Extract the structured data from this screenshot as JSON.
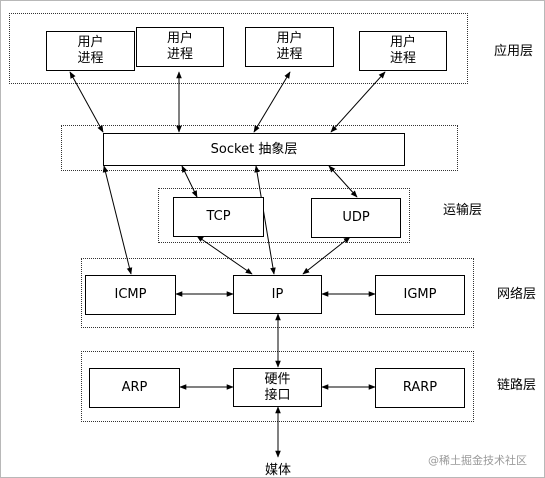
{
  "layers": {
    "application": "应用层",
    "transport": "运输层",
    "network": "网络层",
    "link": "链路层"
  },
  "nodes": {
    "user_process_1": "用户\n进程",
    "user_process_2": "用户\n进程",
    "user_process_3": "用户\n进程",
    "user_process_4": "用户\n进程",
    "socket": "Socket 抽象层",
    "tcp": "TCP",
    "udp": "UDP",
    "icmp": "ICMP",
    "ip": "IP",
    "igmp": "IGMP",
    "arp": "ARP",
    "hw_interface": "硬件\n接口",
    "rarp": "RARP",
    "media": "媒体"
  },
  "watermark": "@稀土掘金技术社区"
}
